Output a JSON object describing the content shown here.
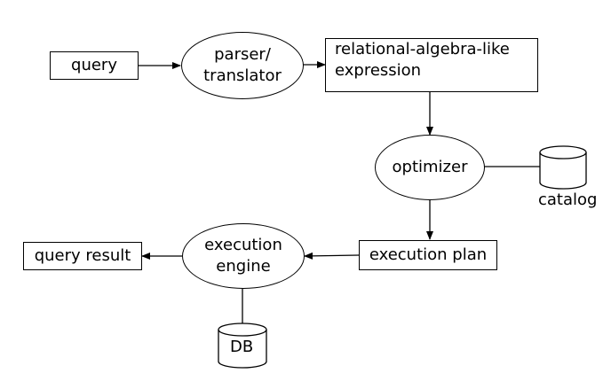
{
  "nodes": {
    "query": "query",
    "parser_line1": "parser/",
    "parser_line2": "translator",
    "expression_line1": "relational-algebra-like",
    "expression_line2": "expression",
    "optimizer": "optimizer",
    "catalog": "catalog",
    "execution_plan": "execution plan",
    "engine_line1": "execution",
    "engine_line2": "engine",
    "query_result": "query result",
    "db": "DB"
  },
  "colors": {
    "stroke": "#000000",
    "background": "#ffffff"
  }
}
